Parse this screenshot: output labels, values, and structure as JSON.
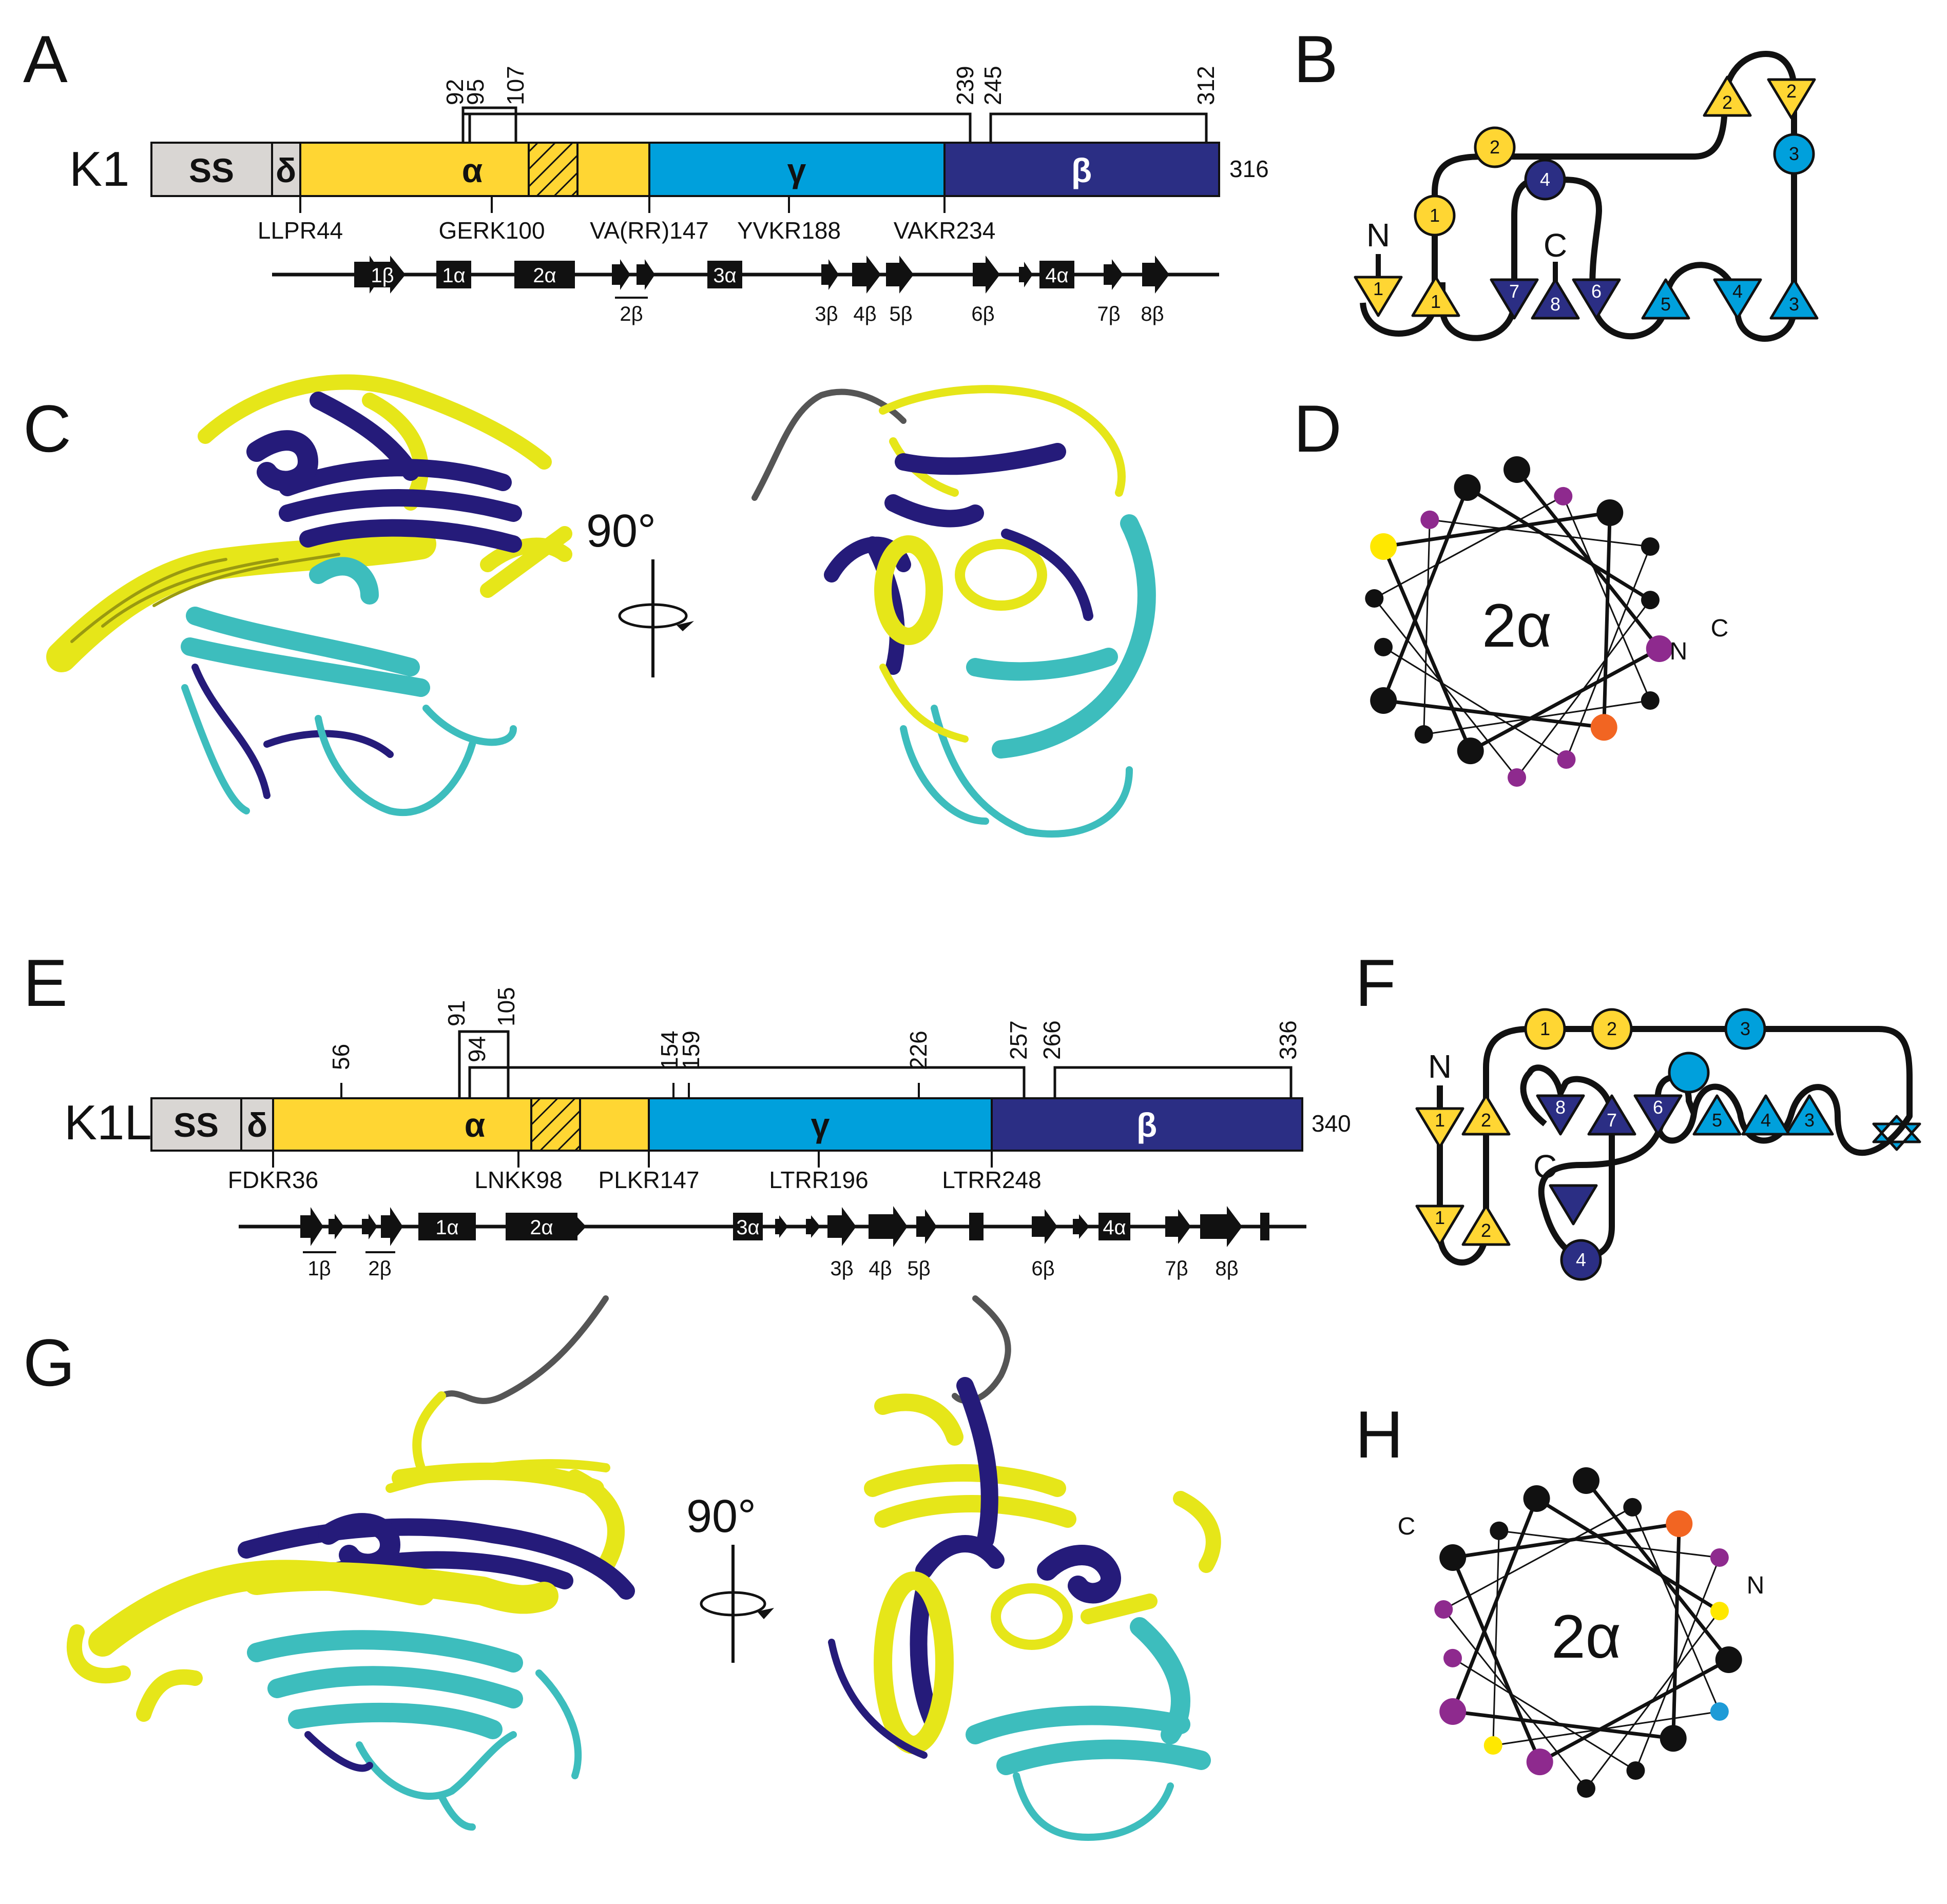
{
  "colors": {
    "alpha": "#FFD633",
    "gamma": "#00A0DC",
    "beta": "#2B2E84",
    "signal": "#D9D6D3",
    "dark": "#111111",
    "helix_yellow": "#E6E619",
    "helix_cyan": "#3DBDBD",
    "helix_navy": "#251B7A",
    "wheel_purple": "#8E2A8E",
    "wheel_orange": "#F26522",
    "wheel_yellow": "#FFE800",
    "wheel_cyan": "#1E9BD7"
  },
  "panels": {
    "A": "A",
    "B": "B",
    "C": "C",
    "D": "D",
    "E": "E",
    "F": "F",
    "G": "G",
    "H": "H"
  },
  "k1": {
    "name": "K1",
    "length_label": "316",
    "segments": {
      "ss": "SS",
      "delta": "δ",
      "alpha": "α",
      "gamma": "γ",
      "beta": "β"
    },
    "disulfide_positions": [
      "92",
      "95",
      "107",
      "239",
      "245",
      "312"
    ],
    "cleavage_sites": [
      "LLPR44",
      "GERK100",
      "VA(RR)147",
      "YVKR188",
      "VAKR234"
    ],
    "secondary_structure": [
      "1β",
      "1α",
      "2α",
      "2β",
      "3α",
      "3β",
      "4β",
      "5β",
      "6β",
      "4α",
      "7β",
      "8β"
    ]
  },
  "k1l": {
    "name": "K1L",
    "length_label": "340",
    "segments": {
      "ss": "SS",
      "delta": "δ",
      "alpha": "α",
      "gamma": "γ",
      "beta": "β"
    },
    "disulfide_positions": [
      "56",
      "91",
      "94",
      "105",
      "154",
      "159",
      "226",
      "257",
      "266",
      "336"
    ],
    "cleavage_sites": [
      "FDKR36",
      "LNKK98",
      "PLKR147",
      "LTRR196",
      "LTRR248"
    ],
    "secondary_structure": [
      "1α",
      "2α",
      "3α",
      "4α",
      "1β",
      "2β",
      "3β",
      "4β",
      "5β",
      "6β",
      "7β",
      "8β"
    ]
  },
  "topology_b": {
    "n_label": "N",
    "c_label": "C",
    "yellow": [
      "1",
      "1",
      "1",
      "2",
      "2",
      "2"
    ],
    "cyan": [
      "3",
      "3",
      "4",
      "5"
    ],
    "navy": [
      "4",
      "6",
      "7",
      "8"
    ]
  },
  "topology_f": {
    "n_label": "N",
    "c_label": "C",
    "yellow": [
      "1",
      "1",
      "1",
      "2",
      "2",
      "2"
    ],
    "cyan": [
      "3",
      "3",
      "4",
      "5"
    ],
    "navy": [
      "4",
      "6",
      "7",
      "8"
    ]
  },
  "rotation": {
    "label": "90°"
  },
  "wheel_d": {
    "center": "2α",
    "n_label": "N",
    "c_label": "C"
  },
  "wheel_h": {
    "center": "2α",
    "n_label": "N",
    "c_label": "C"
  }
}
